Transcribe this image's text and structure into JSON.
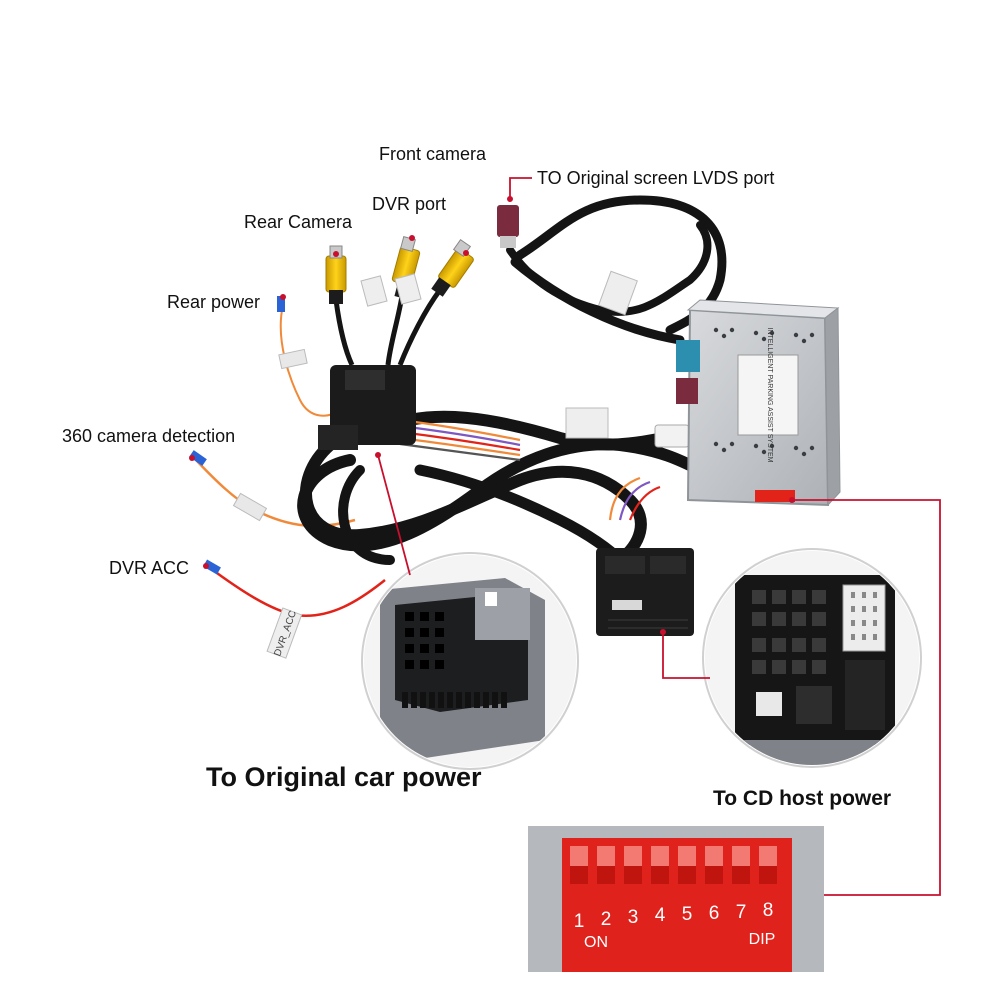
{
  "labels": {
    "front_camera": "Front camera",
    "lvds_port": "TO Original screen LVDS port",
    "dvr_port": "DVR port",
    "rear_camera": "Rear Camera",
    "rear_power": "Rear power",
    "camera_360_detection": "360 camera detection",
    "dvr_acc": "DVR ACC",
    "original_car_power": "To Original car power",
    "cd_host_power": "To CD host power"
  },
  "module": {
    "title": "INTELLIGENT PARKING ASSIST SYSTEM"
  },
  "tags": {
    "dvr_acc_tag": "DVR_ACC"
  },
  "dip_switch": {
    "numbers": [
      "1",
      "2",
      "3",
      "4",
      "5",
      "6",
      "7",
      "8"
    ],
    "on_label": "ON",
    "dip_label": "DIP"
  },
  "colors": {
    "callout_line": "#c8102e",
    "cable": "#141414",
    "rca_yellow": "#f2c200",
    "module_body": "#c9ccd0",
    "dip_red": "#e0221d",
    "orange_wire": "#f08a3a",
    "red_wire": "#e2231a"
  }
}
